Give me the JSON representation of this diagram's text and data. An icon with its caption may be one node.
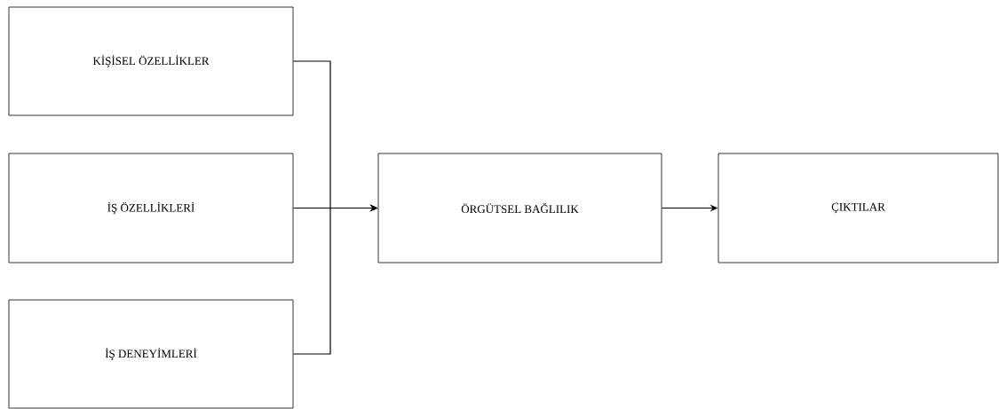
{
  "diagram": {
    "nodes": [
      {
        "text": [
          "KİŞİSEL ÖZELLİKLER"
        ]
      },
      {
        "text": [
          "İŞ ÖZELLİKLERİ"
        ]
      },
      {
        "text": [
          "İŞ DENEYİMLERİ"
        ]
      },
      {
        "text": [
          "ÖRGÜTSEL BAĞLILIK"
        ]
      },
      {
        "text": [
          "ÇIKTILAR"
        ]
      }
    ],
    "edges": [
      {
        "from": 0,
        "to": 3,
        "arrow": "to"
      },
      {
        "from": 1,
        "to": 3,
        "arrow": "to"
      },
      {
        "from": 2,
        "to": 3,
        "arrow": "to"
      },
      {
        "from": 3,
        "to": 4,
        "arrow": "to"
      }
    ]
  }
}
